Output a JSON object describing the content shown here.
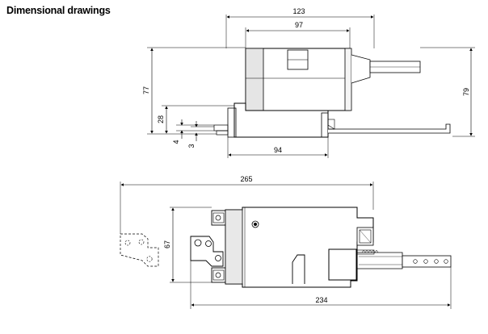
{
  "heading": "Dimensional drawings",
  "side_view": {
    "width_overall": "123",
    "width_housing": "97",
    "base_width": "94",
    "height_body": "77",
    "height_total": "79",
    "height_clamp": "28",
    "dim_a": "4",
    "dim_b": "3"
  },
  "top_view": {
    "length_total": "265",
    "length_body": "234",
    "width": "67"
  }
}
